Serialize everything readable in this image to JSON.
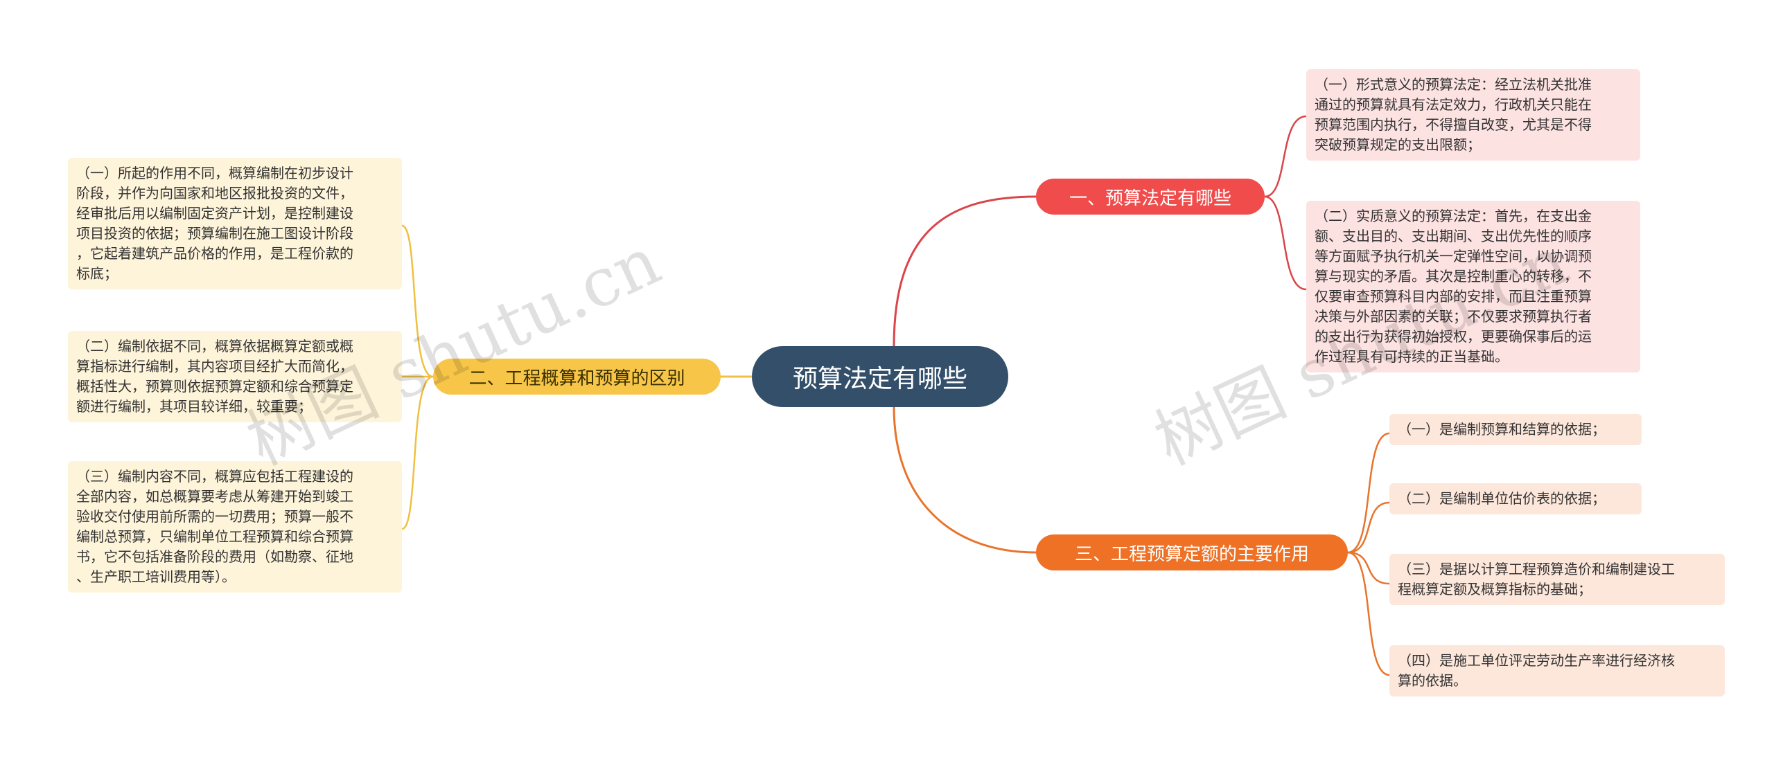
{
  "root": {
    "label": "预算法定有哪些"
  },
  "branches": [
    {
      "label": "一、预算法定有哪些",
      "color": "#f04c4c",
      "leaves": [
        "（一）形式意义的预算法定：经立法机关批准\n通过的预算就具有法定效力，行政机关只能在\n预算范围内执行，不得擅自改变，尤其是不得\n突破预算规定的支出限额；",
        "（二）实质意义的预算法定：首先，在支出金\n额、支出目的、支出期间、支出优先性的顺序\n等方面赋予执行机关一定弹性空间，以协调预\n算与现实的矛盾。其次是控制重心的转移，不\n仅要审查预算科目内部的安排，而且注重预算\n决策与外部因素的关联；不仅要求预算执行者\n的支出行为获得初始授权，更要确保事后的运\n作过程具有可持续的正当基础。"
      ]
    },
    {
      "label": "二、工程概算和预算的区别",
      "color": "#f7c548",
      "leaves": [
        "（一）所起的作用不同，概算编制在初步设计\n阶段，并作为向国家和地区报批投资的文件，\n经审批后用以编制固定资产计划，是控制建设\n项目投资的依据；预算编制在施工图设计阶段\n，它起着建筑产品价格的作用，是工程价款的\n标底；",
        "（二）编制依据不同，概算依据概算定额或概\n算指标进行编制，其内容项目经扩大而简化，\n概括性大，预算则依据预算定额和综合预算定\n额进行编制，其项目较详细，较重要；",
        "（三）编制内容不同，概算应包括工程建设的\n全部内容，如总概算要考虑从筹建开始到竣工\n验收交付使用前所需的一切费用；预算一般不\n编制总预算，只编制单位工程预算和综合预算\n书，它不包括准备阶段的费用（如勘察、征地\n、生产职工培训费用等）。"
      ]
    },
    {
      "label": "三、工程预算定额的主要作用",
      "color": "#ee7125",
      "leaves": [
        "（一）是编制预算和结算的依据；",
        "（二）是编制单位估价表的依据；",
        "（三）是据以计算工程预算造价和编制建设工\n程概算定额及概算指标的基础；",
        "（四）是施工单位评定劳动生产率进行经济核\n算的依据。"
      ]
    }
  ],
  "watermark": "树图 shutu.cn"
}
